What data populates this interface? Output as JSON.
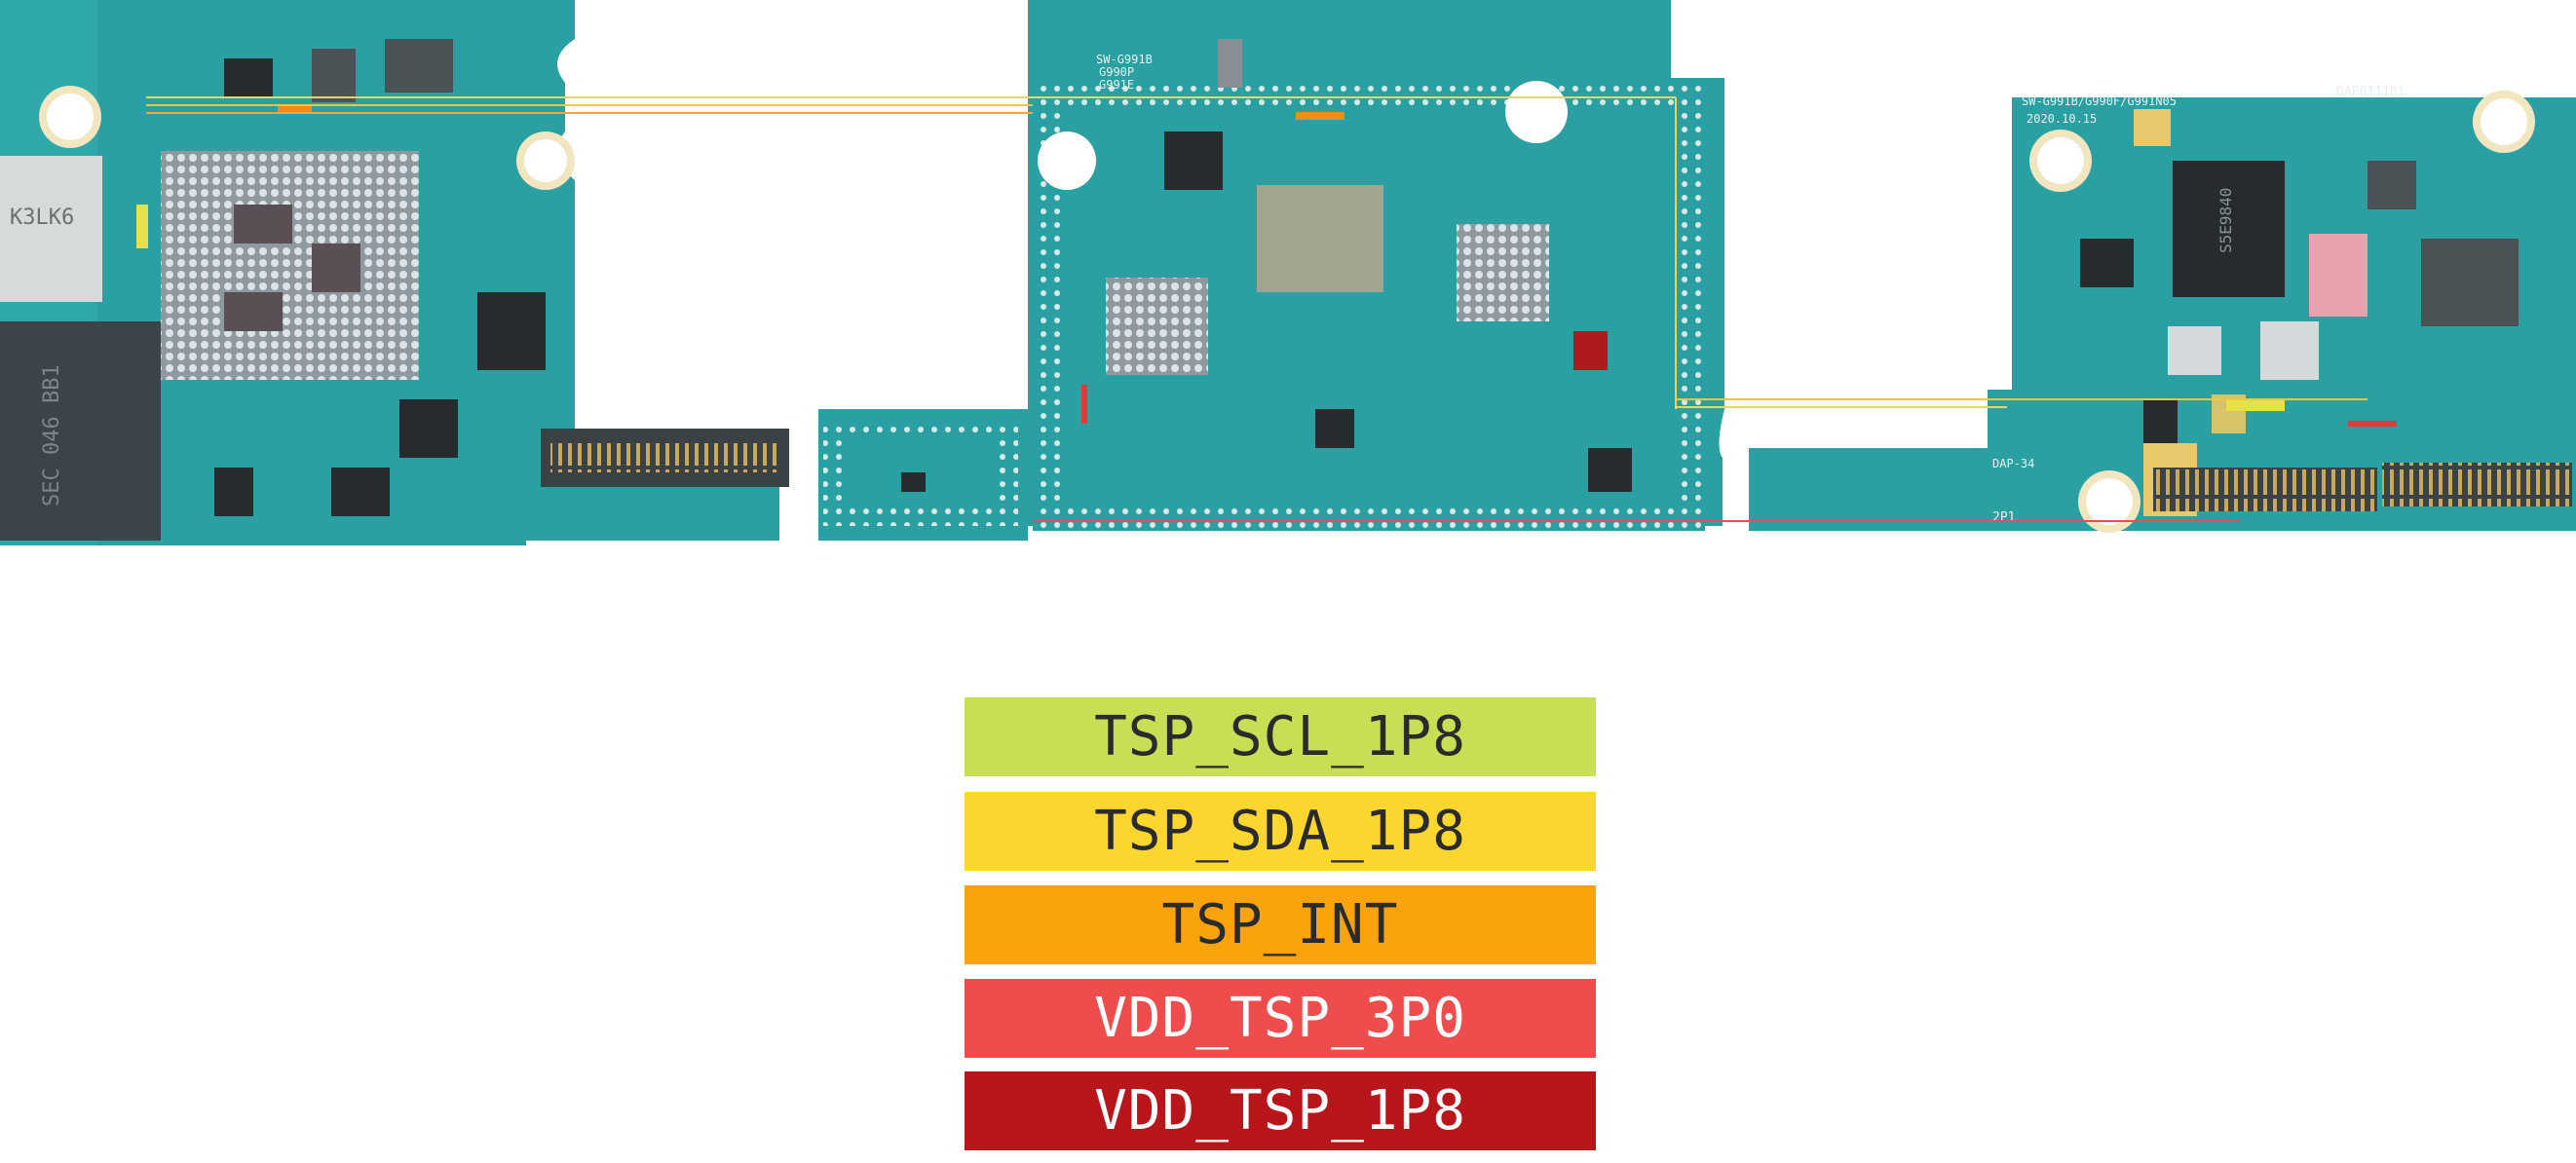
{
  "board_labels": {
    "model_left": "SW-G991B",
    "model_left_2": "G990P",
    "model_left_3": "G991E",
    "model_right": "SW-G991B/G990F/G991N05",
    "date": "2020.10.15",
    "board_id": "DAP011101",
    "chip_a": "K3LK6",
    "chip_b": "SEC 046 BB1",
    "chip_c": "S5E9840",
    "tag_1": "DAP-34",
    "tag_2": "2P1"
  },
  "legend": [
    {
      "label": "TSP_SCL_1P8",
      "color": "#c8df55",
      "text_color": "#2b2b2b"
    },
    {
      "label": "TSP_SDA_1P8",
      "color": "#fbd62e",
      "text_color": "#2b2b2b"
    },
    {
      "label": "TSP_INT",
      "color": "#fba30a",
      "text_color": "#2b2b2b"
    },
    {
      "label": "VDD_TSP_3P0",
      "color": "#ef4d4d",
      "text_color": "#ffffff"
    },
    {
      "label": "VDD_TSP_1P8",
      "color": "#b8161b",
      "text_color": "#ffffff"
    }
  ],
  "colors": {
    "pcb": "#2aa0a3",
    "pcb_dark": "#1d8487",
    "gold": "#e8c86a",
    "chip": "#262b2e",
    "silver": "#bfc4c6"
  }
}
